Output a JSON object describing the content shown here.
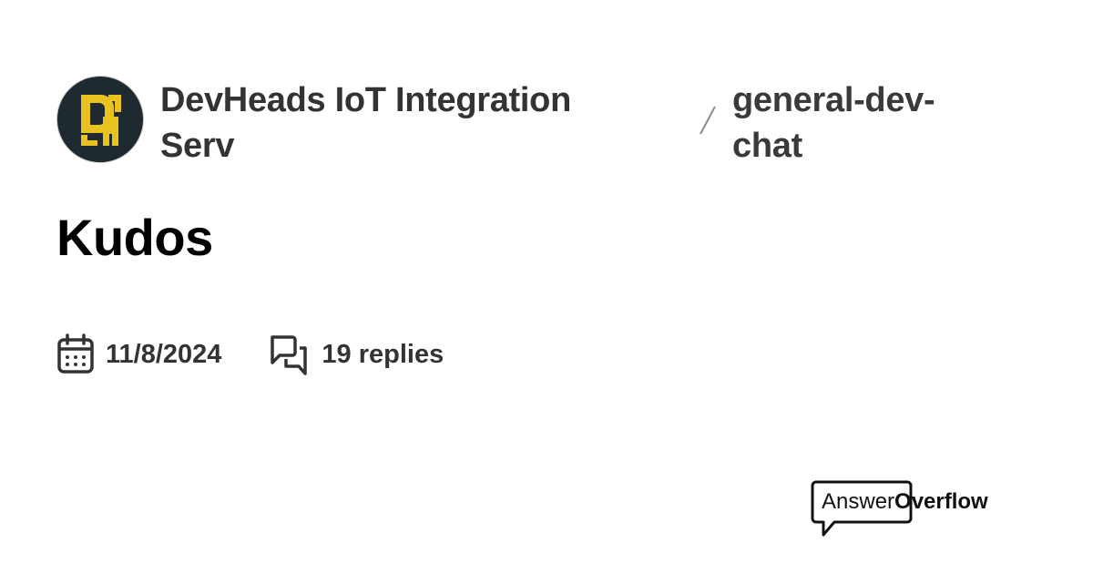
{
  "header": {
    "server_name": "DevHeads IoT Integration Serv",
    "separator": "/",
    "channel_name": "general-dev-chat",
    "avatar_icon": "devheads-logo-icon"
  },
  "post": {
    "title": "Kudos"
  },
  "meta": {
    "date_icon": "calendar-icon",
    "date": "11/8/2024",
    "replies_icon": "chat-bubbles-icon",
    "replies": "19 replies"
  },
  "brand": {
    "answer": "Answer",
    "overflow": "Overflow"
  },
  "colors": {
    "avatar_bg": "#1f2a30",
    "avatar_accent": "#e8c21f",
    "text_dark": "#333333",
    "title": "#000000"
  }
}
